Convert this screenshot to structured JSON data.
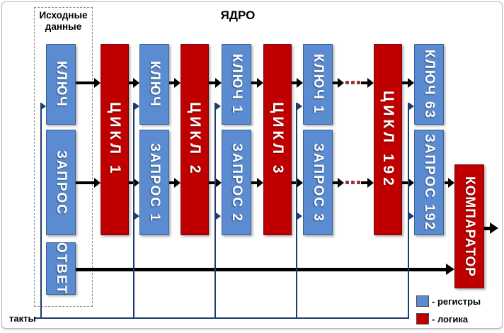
{
  "title": "ЯДРО",
  "source_group": {
    "label": "Исходные данные"
  },
  "clock_label": "такты",
  "legend": {
    "registers": "- регистры",
    "logic": "- логика"
  },
  "blocks": {
    "key_in": "КЛЮЧ",
    "query_in": "ЗАПРОС",
    "answer_in": "ОТВЕТ",
    "cycle_1": "ЦИКЛ 1",
    "key_after_1": "КЛЮЧ",
    "query_after_1": "ЗАПРОС 1",
    "cycle_2": "ЦИКЛ 2",
    "key_after_2": "КЛЮЧ 1",
    "query_after_2": "ЗАПРОС 2",
    "cycle_3": "ЦИКЛ 3",
    "key_after_3": "КЛЮЧ 1",
    "query_after_3": "ЗАПРОС 3",
    "cycle_192": "ЦИКЛ 192",
    "key_after_192": "КЛЮЧ 63",
    "query_after_192": "ЗАПРОС 192",
    "comparator": "КОМПАРАТОР"
  },
  "colors": {
    "register_fill": "#5b8bd0",
    "register_border": "#36608f",
    "logic_fill": "#c00000",
    "logic_border": "#6e0b0b",
    "clock_line": "#1f3c6e",
    "arrow": "#000000"
  }
}
